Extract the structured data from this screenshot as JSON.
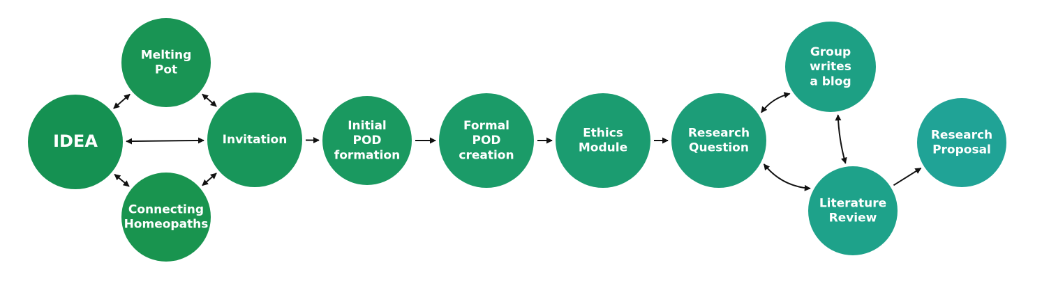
{
  "diagram": {
    "nodes": [
      {
        "id": "idea",
        "lines": [
          "IDEA"
        ],
        "color": "#159152"
      },
      {
        "id": "melting",
        "lines": [
          "Melting",
          "Pot"
        ],
        "color": "#199454"
      },
      {
        "id": "connecting",
        "lines": [
          "Connecting",
          "Homeopaths"
        ],
        "color": "#19944f"
      },
      {
        "id": "invitation",
        "lines": [
          "Invitation"
        ],
        "color": "#18965a"
      },
      {
        "id": "initial",
        "lines": [
          "Initial",
          "POD",
          "formation"
        ],
        "color": "#1a9960"
      },
      {
        "id": "formal",
        "lines": [
          "Formal",
          "POD",
          "creation"
        ],
        "color": "#1b9b68"
      },
      {
        "id": "ethics",
        "lines": [
          "Ethics",
          "Module"
        ],
        "color": "#1b9c70"
      },
      {
        "id": "research_q",
        "lines": [
          "Research",
          "Question"
        ],
        "color": "#1c9d78"
      },
      {
        "id": "blog",
        "lines": [
          "Group",
          "writes",
          "a blog"
        ],
        "color": "#1da084"
      },
      {
        "id": "literature",
        "lines": [
          "Literature",
          "Review"
        ],
        "color": "#1ea28a"
      },
      {
        "id": "proposal",
        "lines": [
          "Research",
          "Proposal"
        ],
        "color": "#20a396"
      }
    ],
    "edges": [
      {
        "from": "idea",
        "to": "melting",
        "bidirectional": true
      },
      {
        "from": "idea",
        "to": "connecting",
        "bidirectional": true
      },
      {
        "from": "idea",
        "to": "invitation",
        "bidirectional": true
      },
      {
        "from": "melting",
        "to": "invitation",
        "bidirectional": true
      },
      {
        "from": "connecting",
        "to": "invitation",
        "bidirectional": true
      },
      {
        "from": "invitation",
        "to": "initial",
        "bidirectional": false
      },
      {
        "from": "initial",
        "to": "formal",
        "bidirectional": false
      },
      {
        "from": "formal",
        "to": "ethics",
        "bidirectional": false
      },
      {
        "from": "ethics",
        "to": "research_q",
        "bidirectional": false
      },
      {
        "from": "research_q",
        "to": "blog",
        "bidirectional": true
      },
      {
        "from": "research_q",
        "to": "literature",
        "bidirectional": true
      },
      {
        "from": "blog",
        "to": "literature",
        "bidirectional": true
      },
      {
        "from": "literature",
        "to": "proposal",
        "bidirectional": false
      }
    ]
  }
}
